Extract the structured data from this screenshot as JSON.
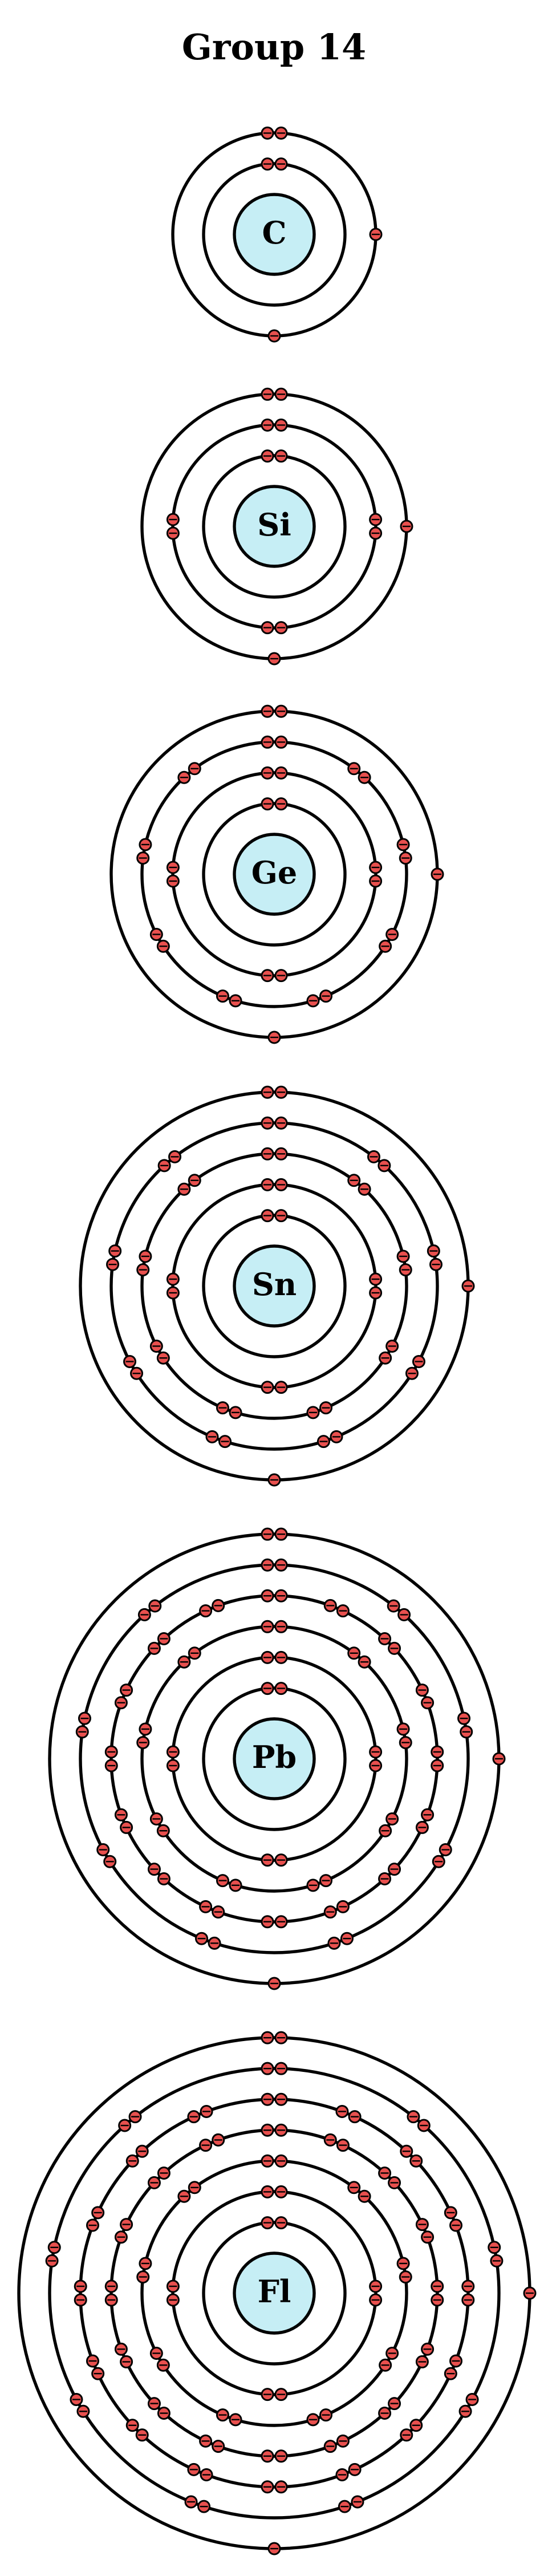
{
  "title": "Group 14",
  "colors": {
    "nucleus_fill": "#c6eef5",
    "electron_fill": "#e8504e",
    "orbit_stroke": "#000000"
  },
  "atoms": [
    {
      "symbol": "C",
      "shells": [
        2,
        4
      ]
    },
    {
      "symbol": "Si",
      "shells": [
        2,
        8,
        4
      ]
    },
    {
      "symbol": "Ge",
      "shells": [
        2,
        8,
        18,
        4
      ]
    },
    {
      "symbol": "Sn",
      "shells": [
        2,
        8,
        18,
        18,
        4
      ]
    },
    {
      "symbol": "Pb",
      "shells": [
        2,
        8,
        18,
        32,
        18,
        4
      ]
    },
    {
      "symbol": "Fl",
      "shells": [
        2,
        8,
        18,
        32,
        32,
        18,
        4
      ]
    }
  ]
}
